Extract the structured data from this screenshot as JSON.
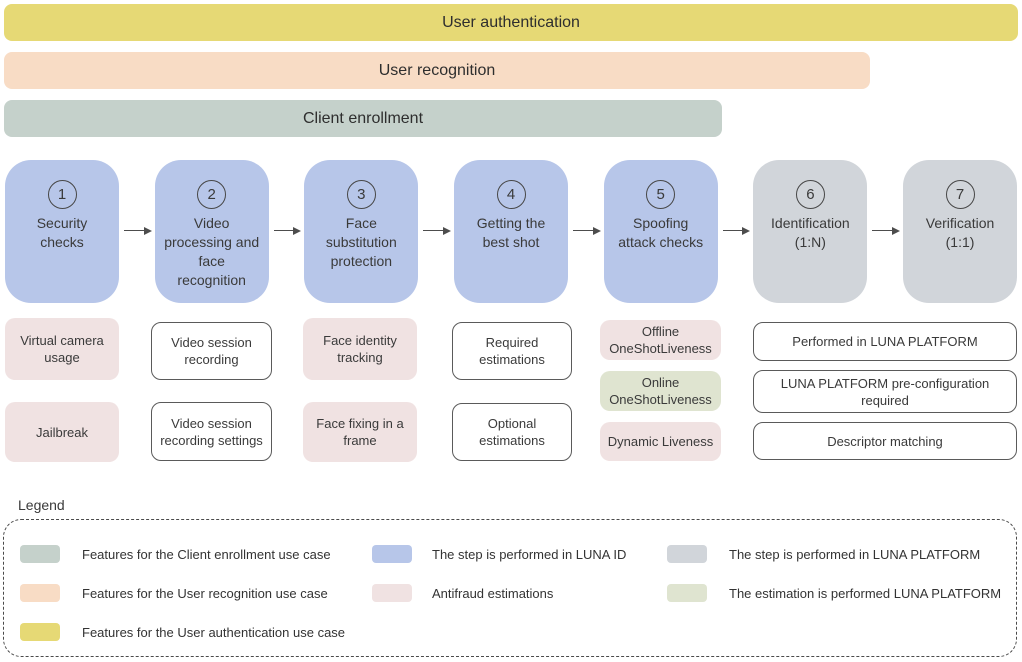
{
  "use_case_bars": [
    {
      "label": "User authentication",
      "color": "#e6d975"
    },
    {
      "label": "User recognition",
      "color": "#f8dcc5"
    },
    {
      "label": "Client enrollment",
      "color": "#c5d1cb"
    }
  ],
  "steps": [
    {
      "number": "1",
      "label": "Security checks",
      "performed_in": "LUNA ID"
    },
    {
      "number": "2",
      "label": "Video processing and face recognition",
      "performed_in": "LUNA ID"
    },
    {
      "number": "3",
      "label": "Face substitution protection",
      "performed_in": "LUNA ID"
    },
    {
      "number": "4",
      "label": "Getting the best shot",
      "performed_in": "LUNA ID"
    },
    {
      "number": "5",
      "label": "Spoofing attack checks",
      "performed_in": "LUNA ID"
    },
    {
      "number": "6",
      "label": "Identification (1:N)",
      "performed_in": "LUNA PLATFORM"
    },
    {
      "number": "7",
      "label": "Verification (1:1)",
      "performed_in": "LUNA PLATFORM"
    }
  ],
  "features": {
    "security_checks": [
      {
        "label": "Virtual camera usage",
        "style": "antifraud"
      },
      {
        "label": "Jailbreak",
        "style": "antifraud"
      }
    ],
    "video_processing": [
      {
        "label": "Video session recording",
        "style": "plain"
      },
      {
        "label": "Video session recording settings",
        "style": "plain"
      }
    ],
    "face_substitution": [
      {
        "label": "Face identity tracking",
        "style": "antifraud"
      },
      {
        "label": "Face fixing in a frame",
        "style": "antifraud"
      }
    ],
    "best_shot": [
      {
        "label": "Required estimations",
        "style": "plain"
      },
      {
        "label": "Optional estimations",
        "style": "plain"
      }
    ],
    "spoofing_checks": [
      {
        "label": "Offline OneShotLiveness",
        "style": "antifraud"
      },
      {
        "label": "Online OneShotLiveness",
        "style": "platform-estimation"
      },
      {
        "label": "Dynamic Liveness",
        "style": "antifraud"
      }
    ],
    "platform_notes": [
      {
        "label": "Performed in LUNA PLATFORM",
        "style": "plain"
      },
      {
        "label": "LUNA PLATFORM pre-configuration required",
        "style": "plain"
      },
      {
        "label": "Descriptor matching",
        "style": "plain"
      }
    ]
  },
  "legend": {
    "title": "Legend",
    "columns": [
      {
        "items": [
          {
            "swatch": "enrollment",
            "label": "Features for the Client enrollment use case"
          },
          {
            "swatch": "recognition",
            "label": "Features for the User recognition use case"
          },
          {
            "swatch": "authentication",
            "label": "Features for the User authentication use case"
          }
        ]
      },
      {
        "items": [
          {
            "swatch": "luna-id",
            "label": "The step is performed in LUNA ID"
          },
          {
            "swatch": "antifraud",
            "label": "Antifraud estimations"
          }
        ]
      },
      {
        "items": [
          {
            "swatch": "luna-platform",
            "label": "The step is performed in LUNA PLATFORM"
          },
          {
            "swatch": "platform-estimation",
            "label": "The estimation is performed LUNA PLATFORM"
          }
        ]
      }
    ]
  },
  "colors": {
    "authentication_yellow": "#e6d975",
    "recognition_peach": "#f8dcc5",
    "enrollment_sage": "#c5d1cb",
    "luna_id_blue": "#b7c6e9",
    "luna_platform_gray": "#d1d5da",
    "antifraud_pink": "#f0e2e2",
    "platform_estimation_green": "#dfe4d0"
  }
}
